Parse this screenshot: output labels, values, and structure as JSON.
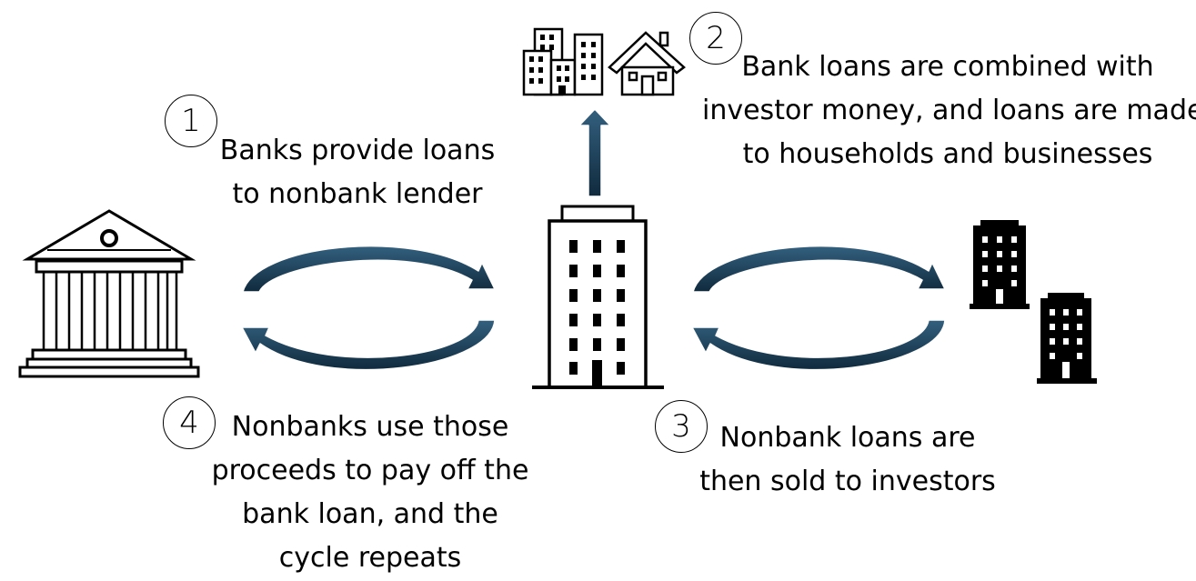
{
  "steps": [
    {
      "number": "1",
      "lines": [
        "Banks provide loans",
        "to nonbank lender"
      ]
    },
    {
      "number": "2",
      "lines": [
        "Bank loans are combined with",
        "investor money, and loans are made",
        "to households and businesses"
      ]
    },
    {
      "number": "3",
      "lines": [
        "Nonbank loans are",
        "then sold to investors"
      ]
    },
    {
      "number": "4",
      "lines": [
        "Nonbanks use those",
        "proceeds to pay off the",
        "bank loan, and the",
        "cycle repeats"
      ]
    }
  ],
  "icons": {
    "bank": "bank-icon",
    "nonbank": "nonbank-building-icon",
    "borrowers": "city-and-house-icon",
    "investors": "investor-buildings-icon"
  },
  "colors": {
    "arrow_fill": "#1b3a52",
    "arrow_edge": "#ffffff",
    "icon_stroke": "#000000"
  }
}
